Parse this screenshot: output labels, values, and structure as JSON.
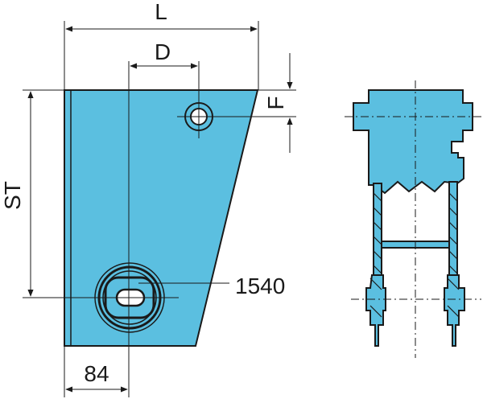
{
  "colors": {
    "part_fill": "#5bbfe0",
    "line": "#1a1a1a",
    "background": "#ffffff"
  },
  "labels": {
    "length": "L",
    "pin_offset": "D",
    "pin_height": "F",
    "stroke": "ST",
    "part_number": "1540",
    "bottom_offset": "84"
  }
}
